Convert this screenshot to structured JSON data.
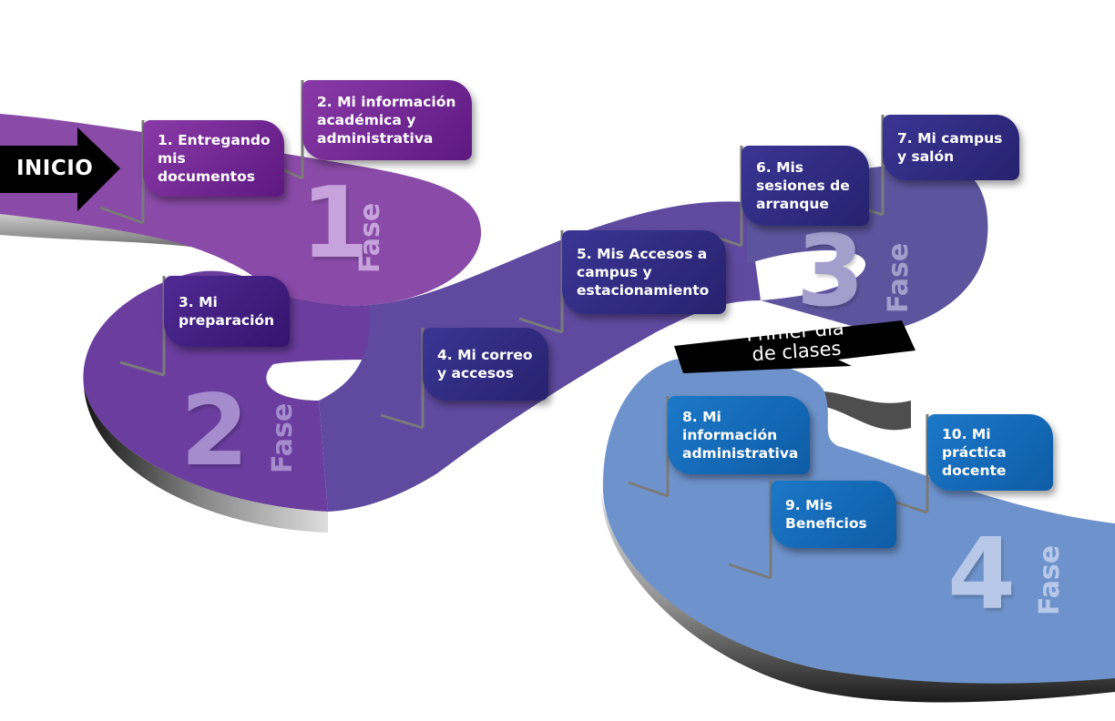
{
  "start": {
    "label": "INICIO"
  },
  "milestone": {
    "line1": "Primer día",
    "line2": "de clases"
  },
  "phases": [
    {
      "number": "1",
      "word": "Fase"
    },
    {
      "number": "2",
      "word": "Fase"
    },
    {
      "number": "3",
      "word": "Fase"
    },
    {
      "number": "4",
      "word": "Fase"
    }
  ],
  "steps": [
    {
      "label": "1. Entregando mis documentos"
    },
    {
      "label": "2. Mi información académica y administrativa"
    },
    {
      "label": "3. Mi preparación"
    },
    {
      "label": "4. Mi correo y accesos"
    },
    {
      "label": "5. Mis Accesos a campus y estacionamiento"
    },
    {
      "label": "6. Mis sesiones de arranque"
    },
    {
      "label": "7. Mi campus y salón"
    },
    {
      "label": "8. Mi información administrativa"
    },
    {
      "label": "9. Mis Beneficios"
    },
    {
      "label": "10. Mi práctica docente"
    }
  ],
  "colors": {
    "phase1": "#8a4aa8",
    "phase2": "#6a3d9e",
    "phase3": "#5c559e",
    "phase4": "#6e93cc",
    "road_edge": "#9a9a9a",
    "phase_number_light": "#c7b9e0"
  }
}
